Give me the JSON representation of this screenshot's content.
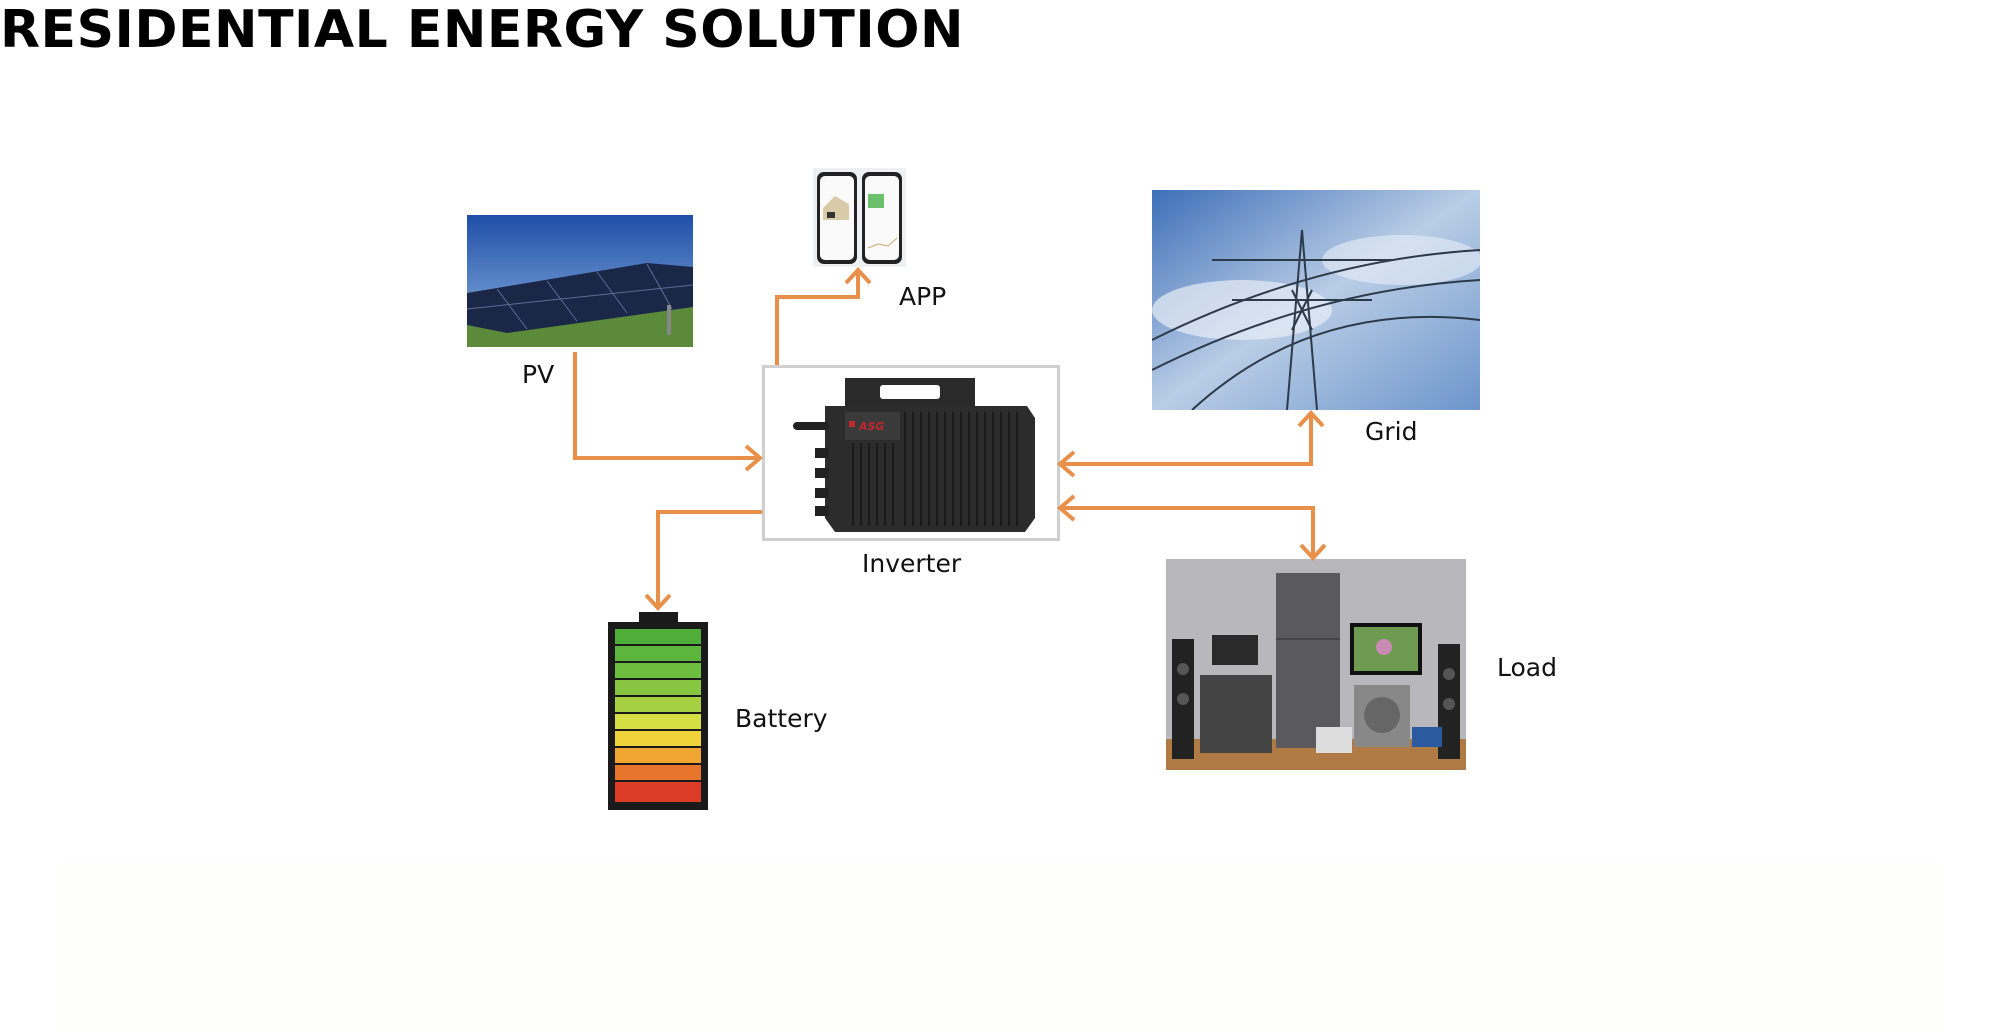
{
  "title": "RESIDENTIAL ENERGY SOLUTION",
  "nodes": {
    "pv": {
      "label": "PV"
    },
    "app": {
      "label": "APP"
    },
    "inverter": {
      "label": "Inverter",
      "brand": "ASG"
    },
    "grid": {
      "label": "Grid"
    },
    "load": {
      "label": "Load"
    },
    "battery": {
      "label": "Battery"
    }
  },
  "colors": {
    "arrow": "#e8904a",
    "title": "#000000"
  }
}
